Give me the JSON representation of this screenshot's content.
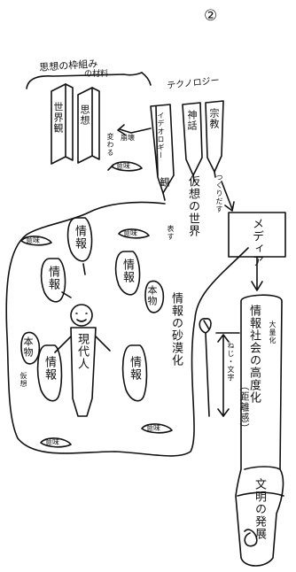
{
  "page_number": "②",
  "header": {
    "framework": "思想の枠組み",
    "material": "の材料",
    "technology": "テクノロジー"
  },
  "pillars": {
    "world_view": "世界観",
    "thought": "思想"
  },
  "pencils": {
    "ideology": "イデオロギー",
    "myth": "神話",
    "religion": "宗教"
  },
  "arrows": {
    "replace": "変わる",
    "collapse": "崩壊",
    "create": "つくりだす",
    "symbolize": "表す"
  },
  "concepts": {
    "view": "観",
    "virtual_world": "仮想の世界",
    "media": "メディア",
    "information": "情報",
    "real_thing": "本物",
    "fake": "仮想",
    "modern_person": "現代人",
    "desertification": "情報の砂漠化",
    "meaning": "意味",
    "meaningful": "意味？",
    "tool": "ねじ・文字",
    "distance": "（距離感）"
  },
  "scroll": {
    "info_society": "情報社会の高度化",
    "large_volume": "大量化",
    "civilization": "文明の発展"
  },
  "colors": {
    "ink": "#111111",
    "paper": "#ffffff"
  }
}
